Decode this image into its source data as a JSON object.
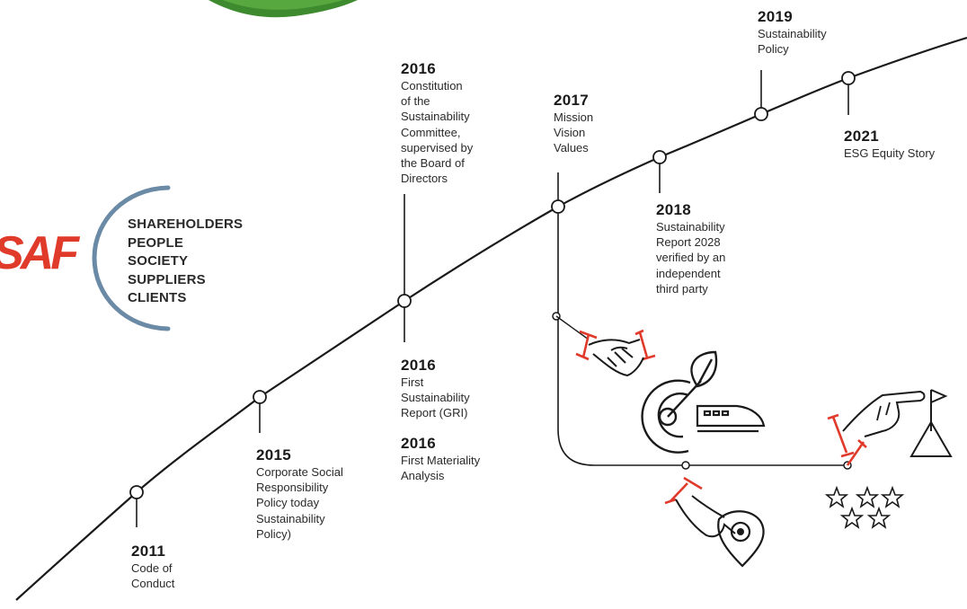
{
  "logo": {
    "text": "SAF",
    "color": "#e03a2b"
  },
  "stakeholders": [
    "SHAREHOLDERS",
    "PEOPLE",
    "SOCIETY",
    "SUPPLIERS",
    "CLIENTS"
  ],
  "colors": {
    "accent": "#e03a2b",
    "arc": "#6b8aa6",
    "line": "#1a1a1a",
    "banner": "#3d8b2e"
  },
  "milestones": [
    {
      "year": "2011",
      "text": "Code of\nConduct"
    },
    {
      "year": "2015",
      "text": "Corporate Social\nResponsibility\nPolicy today\nSustainability\nPolicy)"
    },
    {
      "year": "2016",
      "text": "Constitution\nof the\nSustainability\nCommittee,\nsupervised by\nthe Board of\nDirectors"
    },
    {
      "year": "2016",
      "text": "First\nSustainability\nReport (GRI)"
    },
    {
      "year": "2016",
      "text": "First Materiality\nAnalysis"
    },
    {
      "year": "2017",
      "text": "Mission\nVision\nValues"
    },
    {
      "year": "2018",
      "text": "Sustainability\nReport 2028\nverified by an\nindependent\nthird party"
    },
    {
      "year": "2019",
      "text": "Sustainability\nPolicy"
    },
    {
      "year": "2021",
      "text": "ESG Equity Story"
    }
  ],
  "icons": [
    "handshake-icon",
    "target-leaf-icon",
    "train-icon",
    "hand-pointing-flag-icon",
    "flag-icon",
    "finger-location-pin-icon",
    "stars-icon"
  ]
}
